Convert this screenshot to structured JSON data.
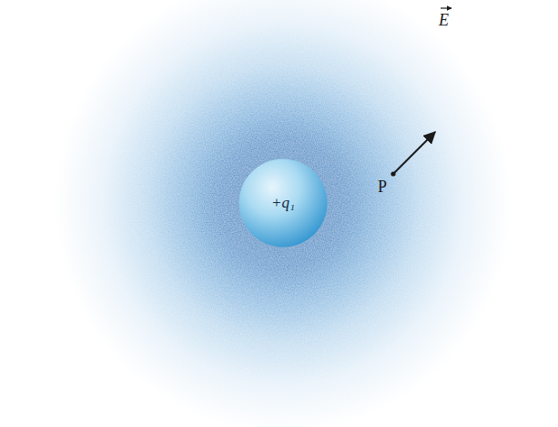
{
  "diagram": {
    "nodes": [
      {
        "text": [
          "+q₁"
        ]
      }
    ],
    "labels": [
      "P",
      "E"
    ]
  }
}
